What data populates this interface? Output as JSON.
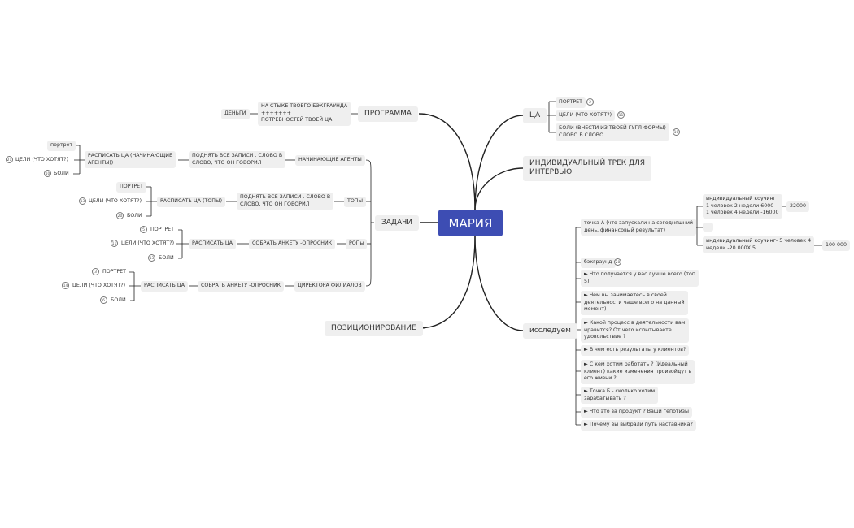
{
  "root": "МАРИЯ",
  "programma": {
    "label": "ПРОГРАММА",
    "child": "НА СТЫКЕ ТВОЕГО БЭКГРАУНДА\n+++++++\nПОТРЕБНОСТЕЙ ТВОЕЙ ЦА",
    "leaf": "ДЕНЬГИ"
  },
  "zadachi": {
    "label": "ЗАДАЧИ",
    "groups": [
      {
        "label": "НАЧИНАЮЩИЕ АГЕНТЫ",
        "task": "ПОДНЯТЬ ВСЕ ЗАПИСИ . СЛОВО В\nСЛОВО, ЧТО ОН ГОВОРИЛ",
        "plan": "РАСПИСАТЬ ЦА (НАЧИНАЮЩИЕ\nАГЕНТЫ))",
        "items": [
          {
            "label": "портрет",
            "badge": ""
          },
          {
            "label": "ЦЕЛИ (ЧТО ХОТЯТ?)",
            "badge": "21"
          },
          {
            "label": "БОЛИ",
            "badge": "10"
          }
        ]
      },
      {
        "label": "ТОПЫ",
        "task": "ПОДНЯТЬ ВСЕ ЗАПИСИ . СЛОВО В\nСЛОВО, ЧТО ОН ГОВОРИЛ",
        "plan": "РАСПИСАТЬ ЦА (ТОПЫ)",
        "items": [
          {
            "label": "ПОРТРЕТ",
            "badge": ""
          },
          {
            "label": "ЦЕЛИ (ЧТО ХОТЯТ?)",
            "badge": "13"
          },
          {
            "label": "БОЛИ",
            "badge": "20"
          }
        ]
      },
      {
        "label": "РОПы",
        "task": "СОБРАТЬ АНКЕТУ -ОПРОСНИК",
        "plan": "РАСПИСАТЬ ЦА",
        "items": [
          {
            "label": "ПОРТРЕТ",
            "badge": "5"
          },
          {
            "label": "ЦЕЛИ (ЧТО ХОТЯТ?)",
            "badge": "11"
          },
          {
            "label": "БОЛИ",
            "badge": "13"
          }
        ]
      },
      {
        "label": "ДИРЕКТОРА ФИЛИАЛОВ",
        "task": "СОБРАТЬ АНКЕТУ -ОПРОСНИК",
        "plan": "РАСПИСАТЬ ЦА",
        "items": [
          {
            "label": "ПОРТРЕТ",
            "badge": "3"
          },
          {
            "label": "ЦЕЛИ (ЧТО ХОТЯТ?)",
            "badge": "14"
          },
          {
            "label": "БОЛИ",
            "badge": "6"
          }
        ]
      }
    ]
  },
  "pozicionirovanie": {
    "label": "ПОЗИЦИОНИРОВАНИЕ"
  },
  "ca": {
    "label": "ЦА",
    "items": [
      {
        "label": "ПОРТРЕТ",
        "badge": "2"
      },
      {
        "label": "ЦЕЛИ (ЧТО ХОТЯТ?)",
        "badge": "11"
      },
      {
        "label": "БОЛИ (ВНЕСТИ ИЗ ТВОЕЙ ГУГЛ-ФОРМЫ)\nСЛОВО В СЛОВО",
        "badge": "10"
      }
    ]
  },
  "trek": {
    "label": "ИНДИВИДУАЛЬНЫЙ ТРЕК ДЛЯ\nИНТЕРВЬЮ"
  },
  "issleduem": {
    "label": "исследуем",
    "pointA": {
      "label": "точка А (что запускали на сегодняшний\nдень, финансовый результат)",
      "sub1": "индивидуальный коучинг\n1 человек 2 недели 6000\n1 человек 4 недели -16000",
      "sub1_value": "22000",
      "sub2": "",
      "sub3": "индивидуальный коучинг- 5 человек 4\nнедели -20 000Х 5",
      "sub3_value": "100 000"
    },
    "background": {
      "label": "бэкграунд",
      "badge": "28"
    },
    "questions": [
      "► Что получается у вас лучше всего (топ\n5)",
      "► Чем вы занимаетесь в своей\nдеятельности чаще всего на данный\nмомент)",
      "► Какой процесс в деятельности вам\nнравится? От чего испытываете\nудовольствие ?",
      "► В чем есть результаты у клиентов?",
      "► С кем хотим работать ? (Идеальный\nклиент) какие изменения произойдут в\nего жизни ?",
      "► Точка Б - сколько хотим\nзарабатывать ?",
      "► Что это за продукт ? Ваши гепотизы",
      "► Почему вы выбрали путь наставника?"
    ]
  },
  "colors": {
    "root_bg": "#3d4db3",
    "node_bg": "#efefef",
    "line": "#222222"
  }
}
